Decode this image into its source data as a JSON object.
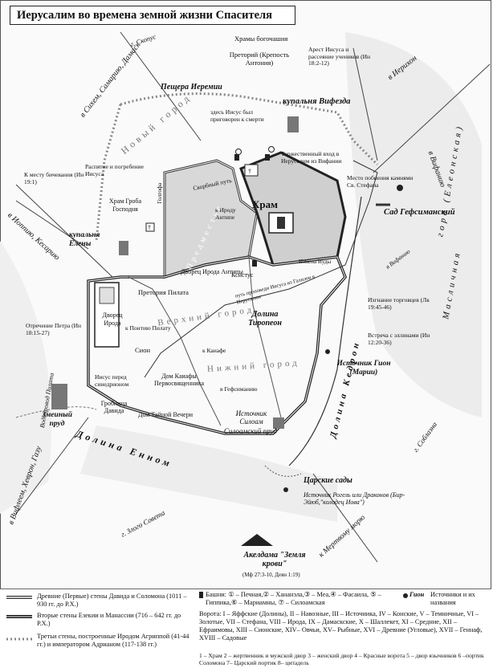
{
  "title": "Иерусалим во времена земной жизни Спасителя",
  "labels": {
    "skopus": "г. Скопус",
    "sichem": "в Сихем, Самарию, Дамаск",
    "ierikhon": "в Иерихон",
    "peschera": "Пещера Иеремии",
    "khramy_bogo": "Храмы богочашия",
    "pretoriya": "Преторий (Крепость Антония)",
    "arest": "Арест Иисуса и рассеяние учеников (Ин 18:2-12)",
    "kupalnya_vifezda": "купальня Вифезда",
    "novy_gorod": "Новый город",
    "zdes_iisus": "здесь Иисус был приговорен к смерти",
    "torzh_vkhod": "Торжественный вход в Иерусалим из Вифании",
    "k_mestu": "К месту бичевания (Ин 19:1)",
    "raspyatie": "Распятие и погребение Иисуса",
    "mesto_pobieniya": "Место побиения камнями Св. Стефана",
    "v_vifaniyu": "в Вифанию",
    "khram_groba": "Храм Гроба Господня",
    "golgofa": "Голгофа",
    "skorbny": "Скорбный путь",
    "k_irodu": "к Ироду Антипе",
    "khram": "Храм",
    "sad": "Сад Гефсиманский",
    "eleonskaya": "гора (Елеонская)",
    "maslichnaya": "Масличная",
    "v_ioppiyu": "в Иоппию, Кесарию",
    "kupalnya_elenu": "купальня Елены",
    "predmestie": "Предместье",
    "dvorets_antipy": "Дворец Ирода Антипы",
    "ksistus": "Ксистус",
    "put_v_ier": "путь проповеди Иисуса из Галилеи в Иерусалим",
    "izmena": "Измена Иуды",
    "v_vifaniyu2": "в Вифанию",
    "izgnanie": "Изгнание торговцев (Лк 19:45-46)",
    "dvorets_iroda": "Дворец Ирода",
    "pretoriya_pilata": "Претория Пилата",
    "k_pontiyu": "к Понтию Пилату",
    "verkhny_gorod": "Верхний город",
    "dolina_tiropeon": "Долина Тиропеон",
    "otrechenie": "Отречение Петра (Ин 18:15-27)",
    "sion": "Сион",
    "k_kaiafe": "к Каиафе",
    "vstrecha": "Встреча с эллинами (Ин 12:20-36)",
    "nizhny_gorod": "Нижний город",
    "istochnik_gion": "Источник Гион (Марии)",
    "iisus_pered": "Иисус перед синедрионом",
    "dom_kaiafy": "Дом Каиафы Первосвященника",
    "v_gefsimaniyu": "в Гефсиманию",
    "grobnitsa": "Гробница Давида",
    "dom_taynoy": "Дом Тайной Вечери",
    "istochnik_siloam": "Источник Силоам",
    "siloamsky": "Силоамский пруд",
    "dolina_kedron": "Долина Кедрон",
    "zmeiny": "Змеиный пруд",
    "v_vifleem": "в Вифлеем, Хеврон, Газу",
    "dolina_ennom": "Долина Енном",
    "soblazna": "г. Соблазна",
    "tsarskie": "Царские сады",
    "rogel": "Источник Рогель или Драконов (Бир-Эйюб,\"колодец Иова\")",
    "k_mertvomu": "к Мертвому морю",
    "zlogo_soveta": "г. Злого Совета",
    "akeldama": "Акелдама \"Земля крови\"",
    "akeldama_ref": "(Мф 27:3-10, Деян 1:19)",
    "vodoprovod": "Водопровод Пилата"
  },
  "legend": {
    "wall1_label": "Древние (Первые) стены Давида и Соломона (1011 – 930 гг. до Р.Х.)",
    "wall2_label": "Вторые стены Езекии и Манассии (716 – 642 гг. до Р.Х.)",
    "wall3_label": "Третьи стены, построенные Иродом Агриппой (41-44 гг.) и императором Адрианом (117-138 гг.)",
    "towers": "Башни: ① – Печная,② – Хананэла,③ – Меа,④ – Фасаила, ⑤ – Гиппика,⑥ – Мариамны, ⑦ – Силоамская",
    "gion_key": "Гион",
    "sources": "Источники и их названия",
    "gates": "Ворота: I – Яффские (Долины), II – Навозные, III – Источника, IV – Конские, V – Темничные, VI – Золотые, VII – Стефана, VIII – Ирода, IX – Дамаскские, X – Шаллекет, XI – Средние, XII – Ефраимовы, XIII – Сионские, XIV– Овчьи, XV– Рыбные, XVI – Древние (Угловые), XVII – Геннаф, XVIII – Садовые",
    "temple": "1 – Храм 2 – жертвенник и мужской двор 3 – женский двор 4 – Красные ворота 5 – двор язычников 6 –портик Соломона 7– Царский портик 8– цитадель"
  }
}
